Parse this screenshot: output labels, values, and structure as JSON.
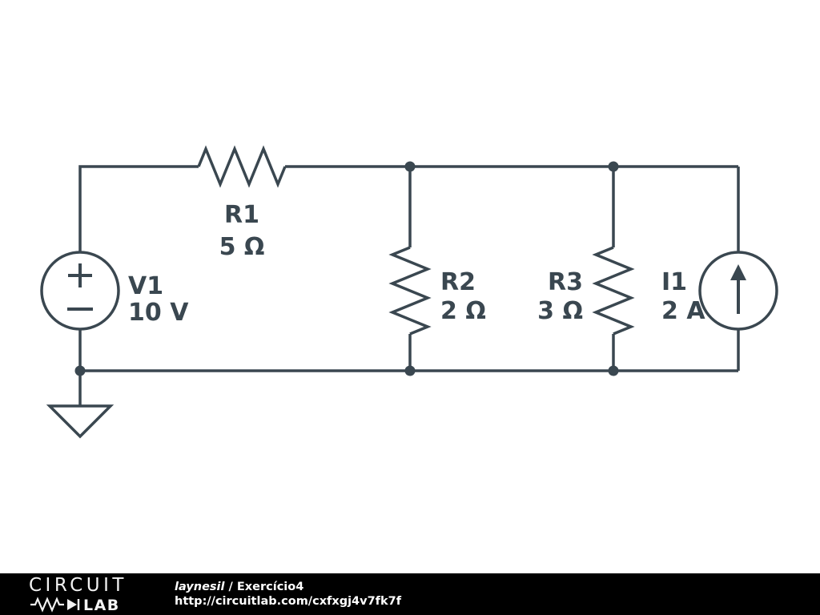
{
  "colors": {
    "wire": "#3a4750",
    "node": "#3a4750",
    "label": "#3a4750",
    "footer-bg": "#000000",
    "footer-text": "#ffffff",
    "canvas-bg": "#ffffff"
  },
  "components": {
    "v1": {
      "type": "voltage-source",
      "name": "V1",
      "value": "10 V"
    },
    "r1": {
      "type": "resistor",
      "name": "R1",
      "value": "5 Ω"
    },
    "r2": {
      "type": "resistor",
      "name": "R2",
      "value": "2 Ω"
    },
    "r3": {
      "type": "resistor",
      "name": "R3",
      "value": "3 Ω"
    },
    "i1": {
      "type": "current-source",
      "name": "I1",
      "value": "2 A"
    }
  },
  "footer": {
    "brand_top": "CIRCUIT",
    "brand_bottom": "LAB",
    "author": "laynesil",
    "separator": " / ",
    "title": "Exercício4",
    "url": "http://circuitlab.com/cxfxgj4v7fk7f"
  }
}
